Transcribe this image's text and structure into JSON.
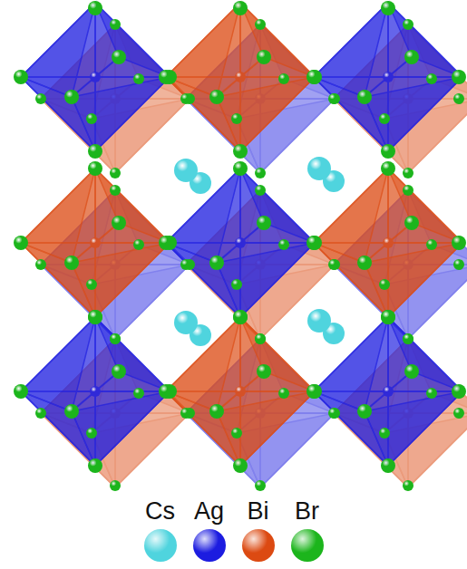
{
  "diagram": {
    "legend": [
      {
        "text": "Cs",
        "color": "#4fd4de"
      },
      {
        "text": "Ag",
        "color": "#1c1ce0"
      },
      {
        "text": "Bi",
        "color": "#dc4a12"
      },
      {
        "text": "Br",
        "color": "#1cb51c"
      }
    ]
  }
}
